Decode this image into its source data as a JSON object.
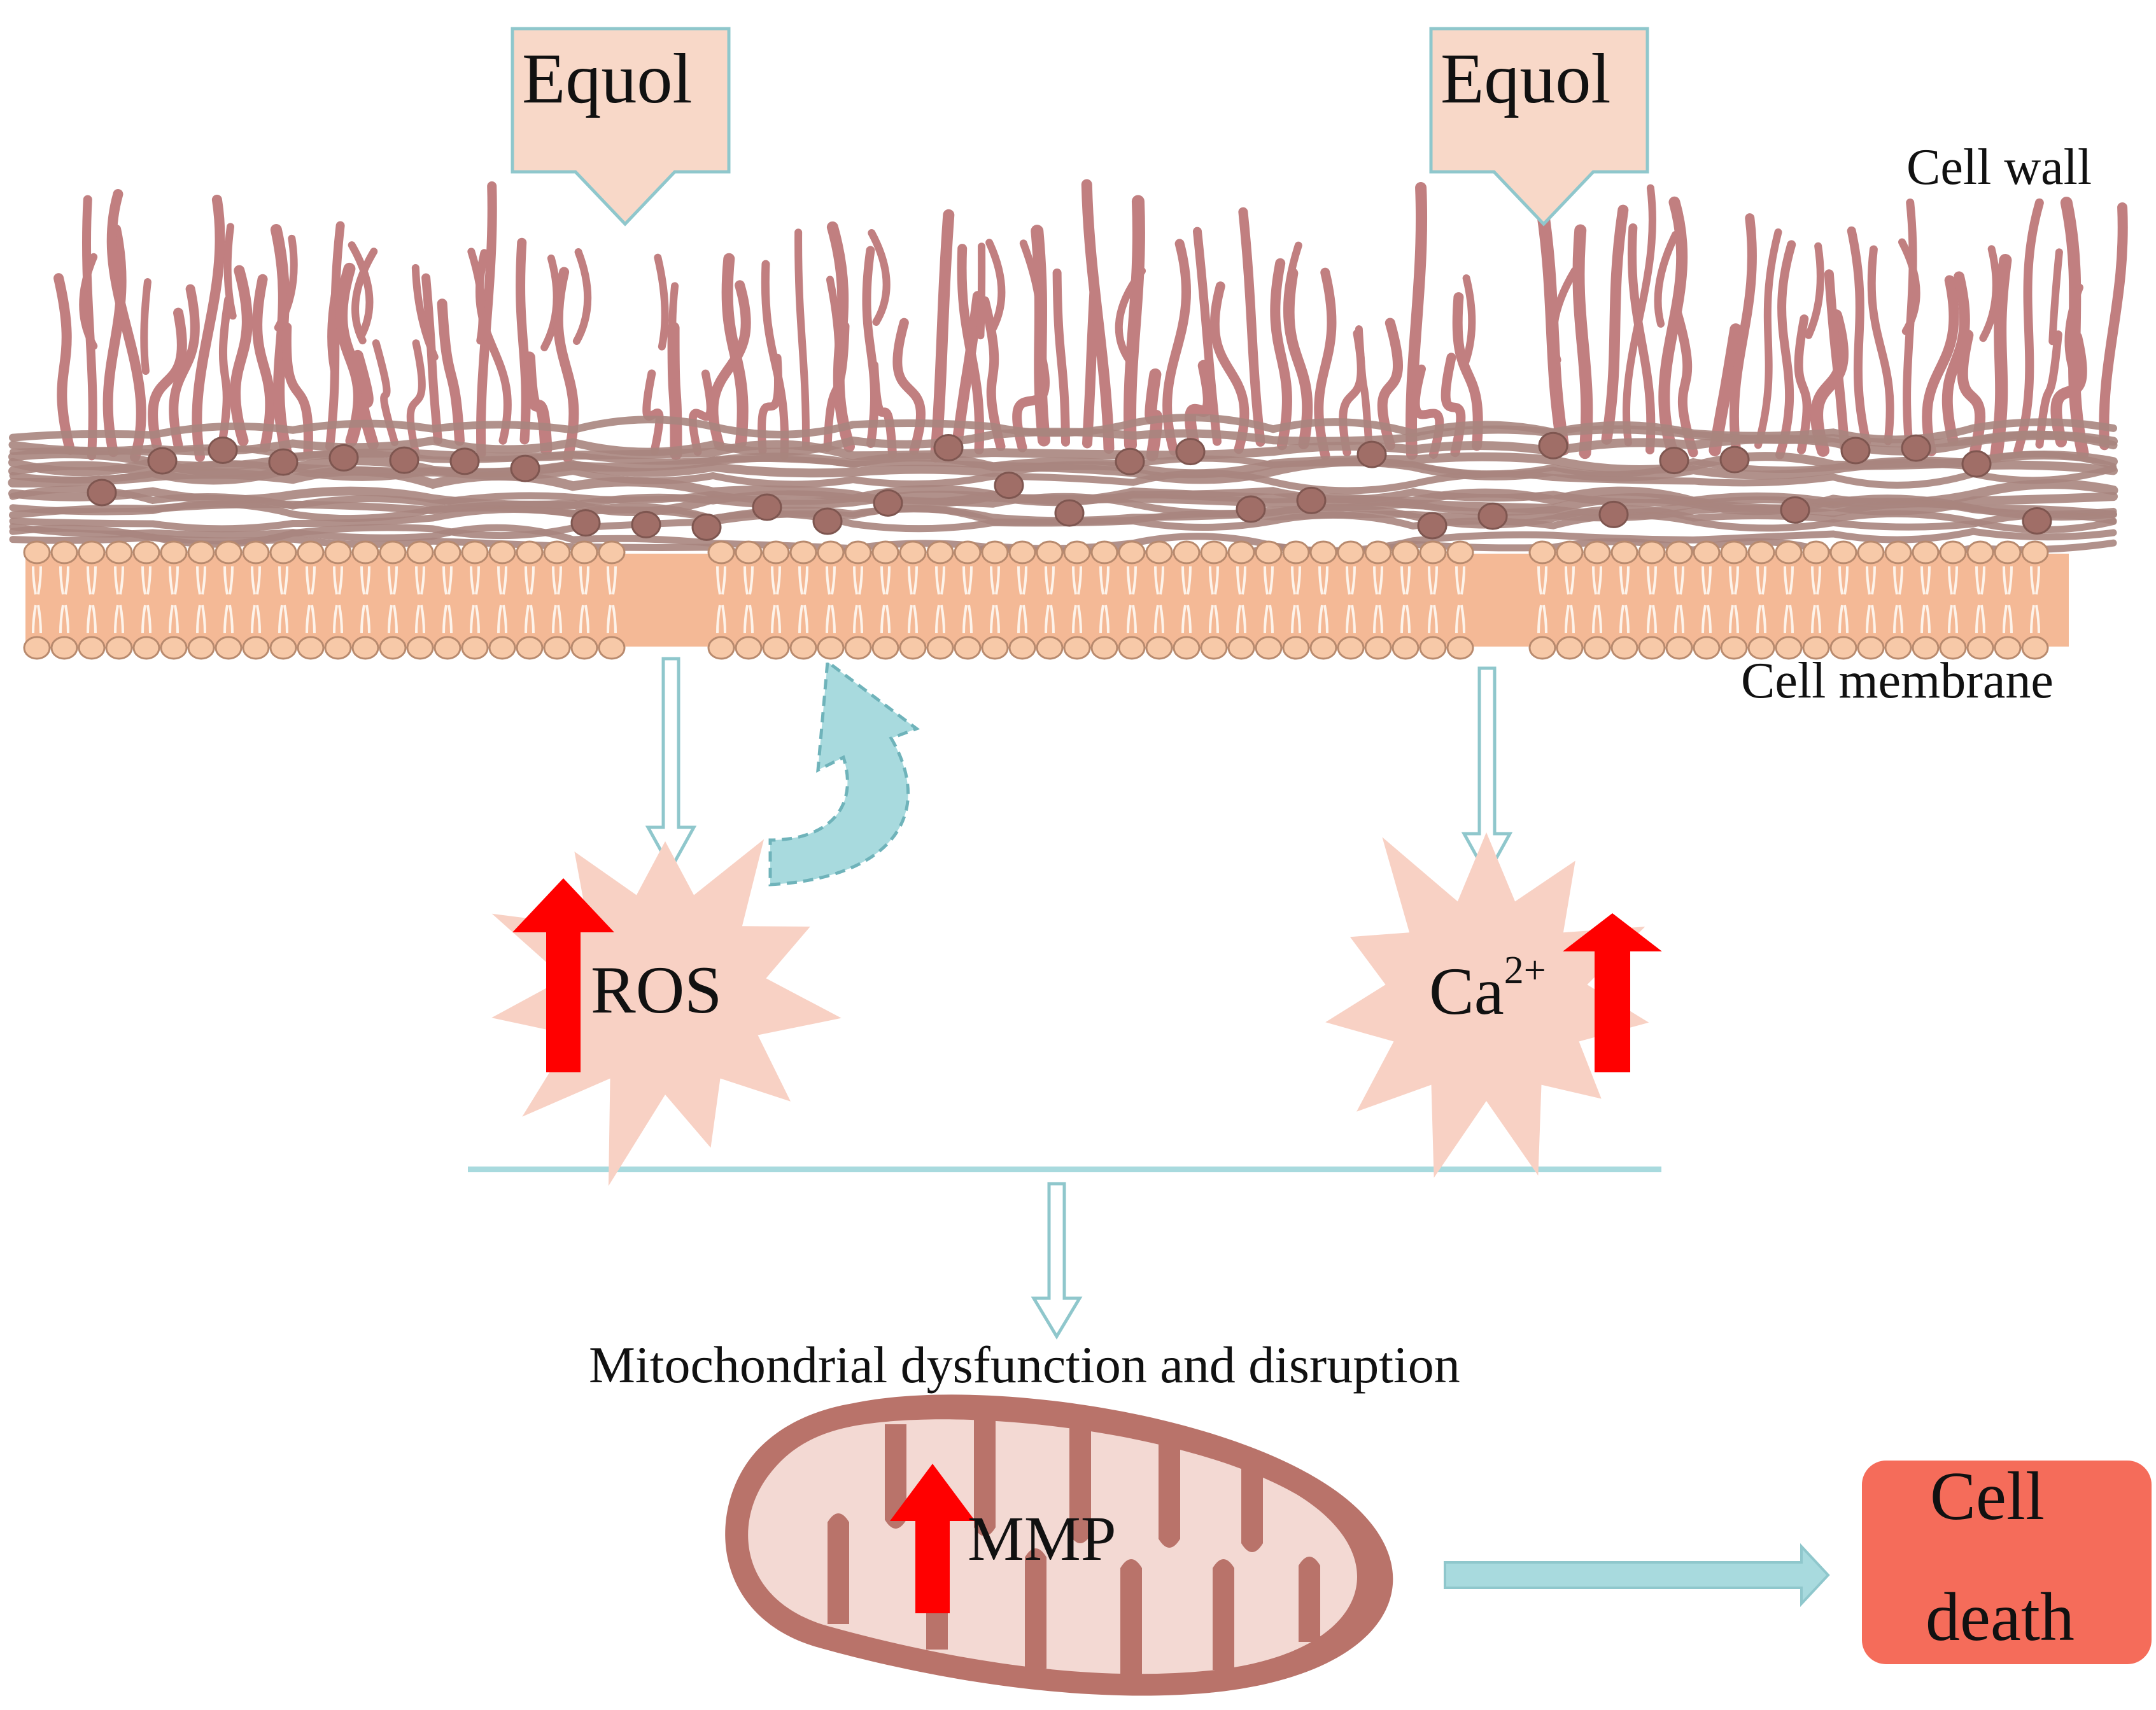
{
  "equol_left": "Equol",
  "equol_right": "Equol",
  "cell_wall": "Cell wall",
  "cell_membrane": "Cell membrane",
  "ros": "ROS",
  "calcium": {
    "base": "Ca",
    "charge": "2+"
  },
  "mito_caption": "Mitochondrial dysfunction and disruption",
  "mmp": "MMP",
  "cell_death": {
    "line1": "Cell",
    "line2": "death"
  },
  "colors": {
    "fiber": "#c17f80",
    "mesh": "#a9857e",
    "membrane": "#f4b996",
    "arrow_fill": "#f8d8c8",
    "arrow_stroke": "#8fc7cc",
    "flow": "#a8dade",
    "burst": "#f8d1c4",
    "red": "#ff0000",
    "mito_outer": "#b9736a",
    "mito_inner": "#f3d9d3",
    "death_box": "#f56c5a"
  }
}
